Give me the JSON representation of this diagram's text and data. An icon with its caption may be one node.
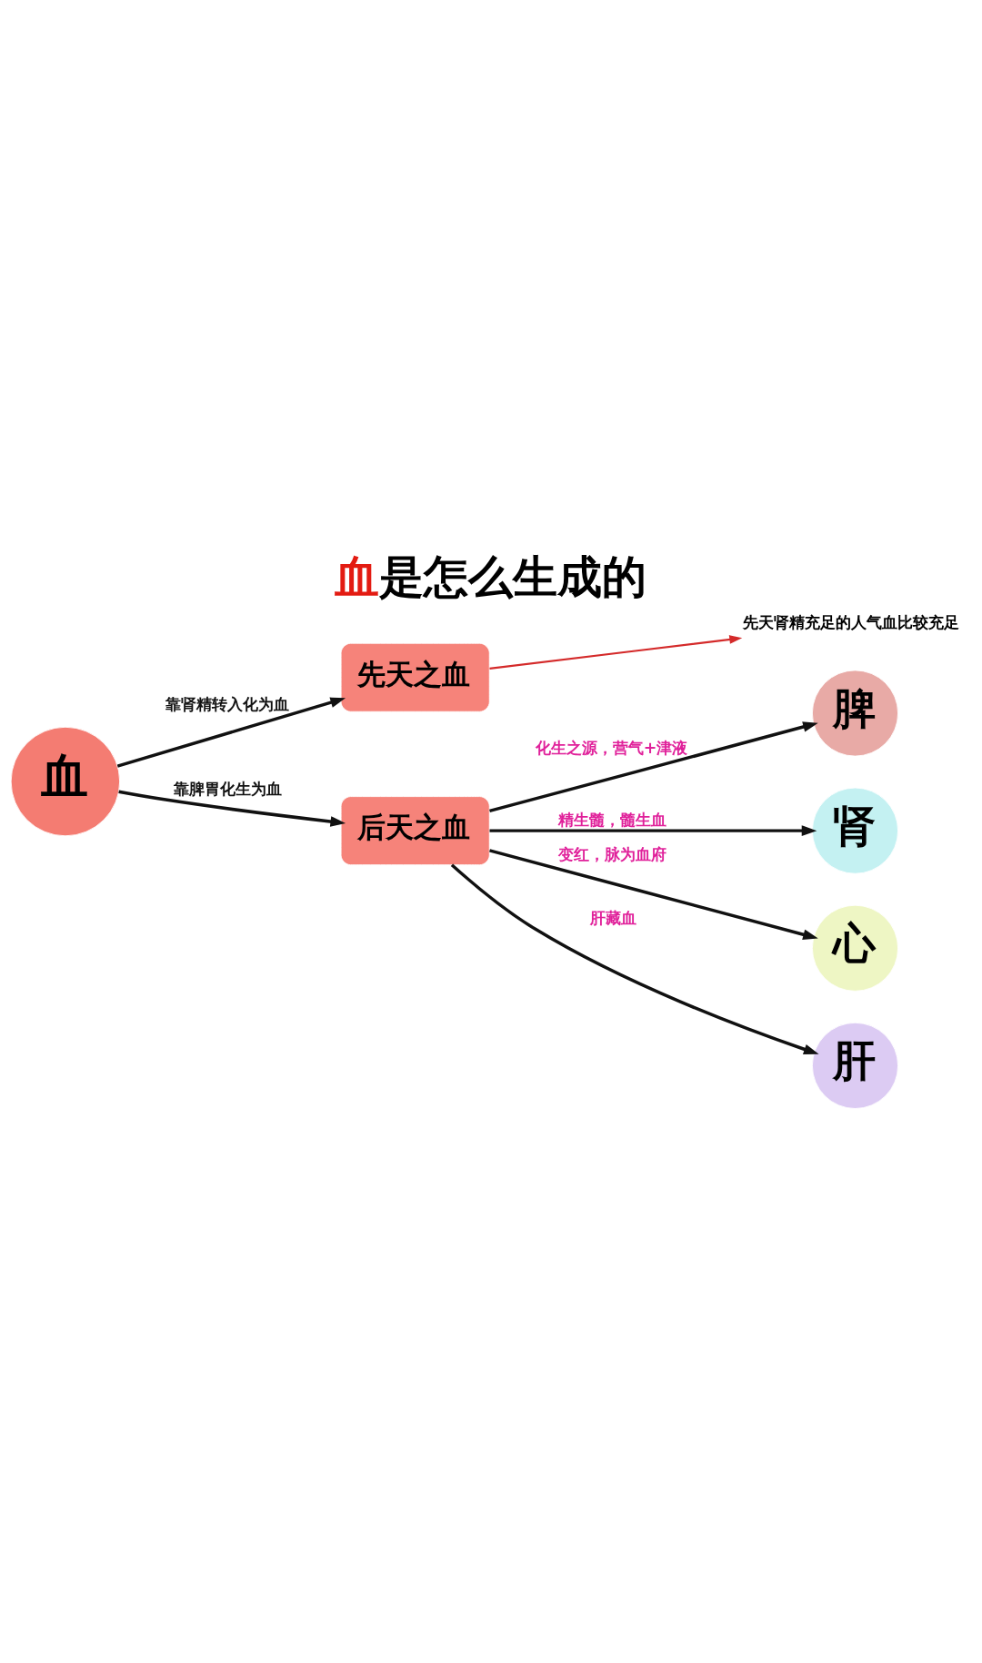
{
  "diagram": {
    "title": "血是怎么生成的",
    "nodes": [
      {
        "text": [
          "血"
        ]
      },
      {
        "text": [
          "先天之血"
        ]
      },
      {
        "text": [
          "先天肾精充足的人气血比较充足"
        ]
      },
      {
        "text": [
          "后天之血"
        ]
      },
      {
        "text": [
          "脾"
        ]
      },
      {
        "text": [
          "肾"
        ]
      },
      {
        "text": [
          "心"
        ]
      },
      {
        "text": [
          "肝"
        ]
      }
    ],
    "edges": [
      {
        "from": 0,
        "to": 1,
        "arrow": "to",
        "label": "靠肾精转入化为血"
      },
      {
        "from": 0,
        "to": 3,
        "arrow": "to",
        "label": "靠脾胃化生为血"
      },
      {
        "from": 1,
        "to": 2,
        "arrow": "to",
        "color": "#d42a2a"
      },
      {
        "from": 3,
        "to": 4,
        "arrow": "to",
        "label": "化生之源，营气+津液"
      },
      {
        "from": 3,
        "to": 5,
        "arrow": "to",
        "label": "精生髓，髓生血"
      },
      {
        "from": 3,
        "to": 6,
        "arrow": "to",
        "label": "变红，脉为血府"
      },
      {
        "from": 3,
        "to": 7,
        "arrow": "to",
        "label": "肝藏血"
      }
    ]
  }
}
